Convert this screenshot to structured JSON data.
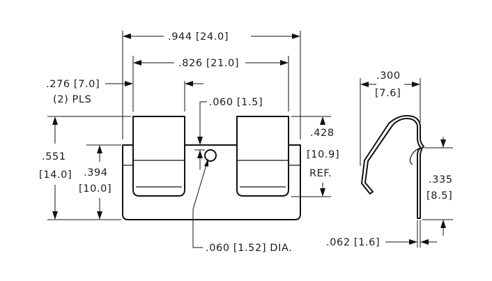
{
  "drawing": {
    "dimensions": {
      "overall_width": ".944 [24.0]",
      "inner_width": ".826 [21.0]",
      "tab_width": ".276 [7.0]",
      "tab_qty": "(2) PLS",
      "hole_offset": ".060 [1.5]",
      "overall_height_in": ".551",
      "overall_height_mm": "[14.0]",
      "base_height_in": ".394",
      "base_height_mm": "[10.0]",
      "ref_height_in": ".428",
      "ref_height_mm": "[10.9]",
      "ref_label": "REF.",
      "hole_dia": ".060 [1.52] DIA.",
      "side_depth_in": ".300",
      "side_depth_mm": "[7.6]",
      "side_height_in": ".335",
      "side_height_mm": "[8.5]",
      "thickness": ".062 [1.6]"
    }
  }
}
